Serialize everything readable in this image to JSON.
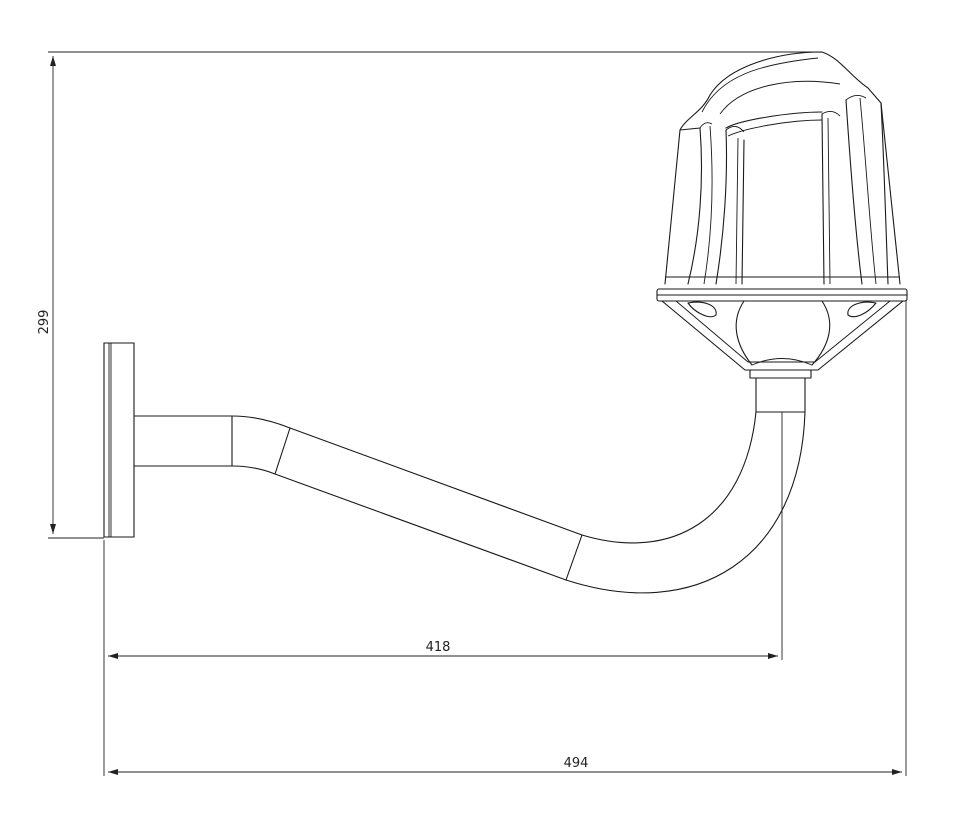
{
  "dimensions": {
    "height": "299",
    "reach": "418",
    "overall": "494"
  }
}
